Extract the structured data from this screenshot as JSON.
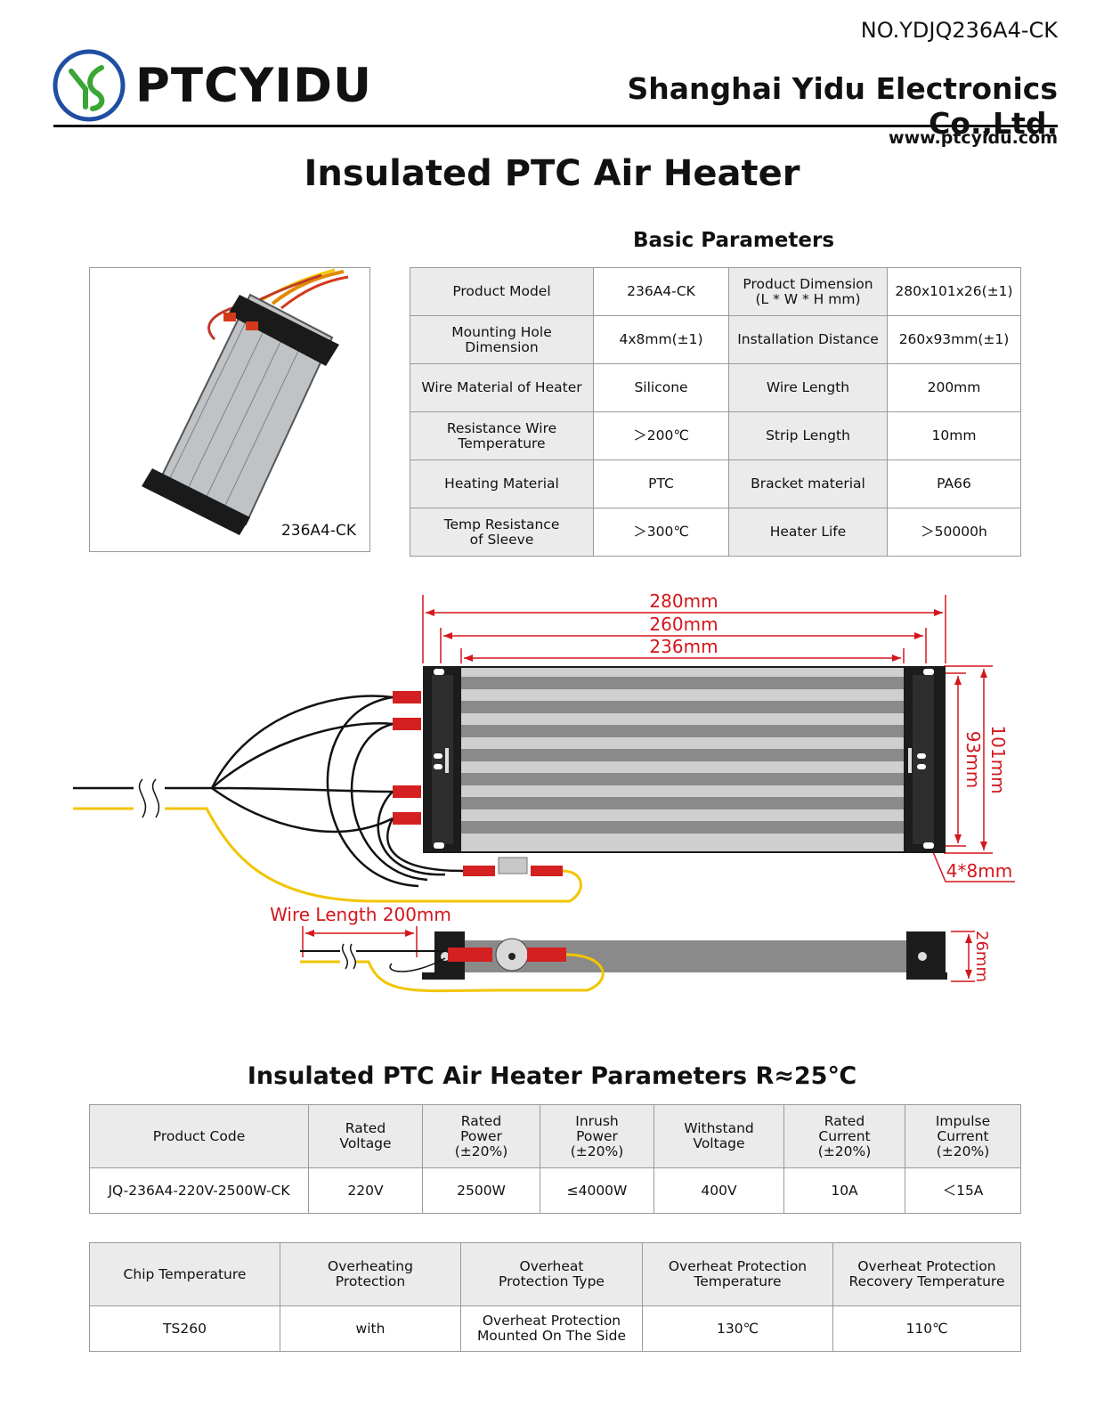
{
  "header": {
    "doc_number": "NO.YDJQ236A4-CK",
    "brand": "PTCYIDU",
    "company": "Shanghai Yidu Electronics Co.,Ltd.",
    "website": "www.ptcyidu.com",
    "colors": {
      "logo_blue": "#1f4ea3",
      "logo_green": "#3aa635",
      "dimension_red": "#d4161c",
      "wire_yellow": "#f2c500"
    }
  },
  "title": "Insulated PTC Air Heater",
  "basic": {
    "title": "Basic Parameters",
    "photo_caption": "236A4-CK",
    "rows": [
      [
        "Product Model",
        "236A4-CK",
        "Product Dimension\n(L * W * H mm)",
        "280x101x26(±1)"
      ],
      [
        "Mounting Hole\nDimension",
        "4x8mm(±1)",
        "Installation Distance",
        "260x93mm(±1)"
      ],
      [
        "Wire Material of Heater",
        "Silicone",
        "Wire Length",
        "200mm"
      ],
      [
        "Resistance Wire\nTemperature",
        "＞200℃",
        "Strip Length",
        "10mm"
      ],
      [
        "Heating Material",
        "PTC",
        "Bracket material",
        "PA66"
      ],
      [
        "Temp Resistance\nof Sleeve",
        "＞300℃",
        "Heater Life",
        "＞50000h"
      ]
    ]
  },
  "drawing": {
    "dims": {
      "len_total": "280mm",
      "len_install": "260mm",
      "len_core": "236mm",
      "width_install": "93mm",
      "width_total": "101mm",
      "hole": "4*8mm",
      "wire_length": "Wire Length 200mm",
      "height": "26mm"
    }
  },
  "params": {
    "title": "Insulated PTC Air Heater Parameters R≈25℃",
    "headers": [
      "Product Code",
      "Rated\nVoltage",
      "Rated\nPower\n(±20%)",
      "Inrush\nPower\n(±20%)",
      "Withstand\nVoltage",
      "Rated\nCurrent\n(±20%)",
      "Impulse\nCurrent\n(±20%)"
    ],
    "row": [
      "JQ-236A4-220V-2500W-CK",
      "220V",
      "2500W",
      "≤4000W",
      "400V",
      "10A",
      "＜15A"
    ]
  },
  "chip": {
    "headers": [
      "Chip Temperature",
      "Overheating\nProtection",
      "Overheat\nProtection Type",
      "Overheat Protection\nTemperature",
      "Overheat Protection\nRecovery Temperature"
    ],
    "row": [
      "TS260",
      "with",
      "Overheat Protection\nMounted On The Side",
      "130℃",
      "110℃"
    ]
  }
}
